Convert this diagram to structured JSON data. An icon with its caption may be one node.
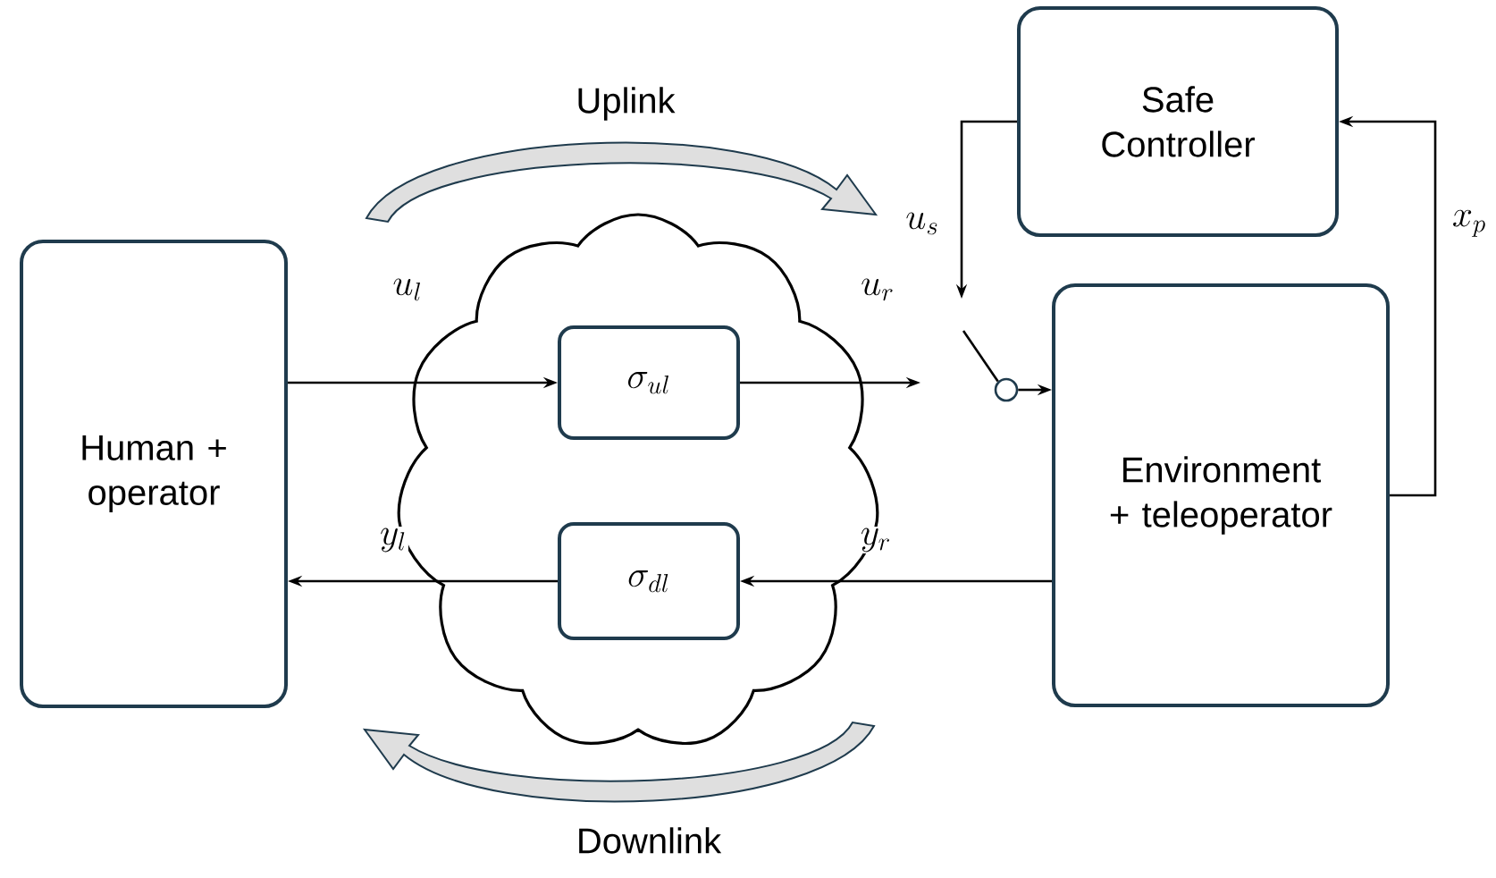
{
  "diagram": {
    "nodes": [
      {
        "text": [
          "Human + operator"
        ]
      },
      {
        "text": [],
        "shape": "cloud"
      },
      {
        "text": [
          "\\sigma_{ul}"
        ],
        "in": 1
      },
      {
        "text": [
          "\\sigma_{dl}"
        ],
        "in": 1
      },
      {
        "text": [
          "Safe Controller"
        ]
      },
      {
        "text": [
          "Environment + teleoperator"
        ]
      },
      {
        "text": [],
        "shape": "circle"
      }
    ],
    "edges": [
      {
        "from": 0,
        "to": 2,
        "arrow": "to",
        "label": "u_l"
      },
      {
        "from": 2,
        "to": null,
        "arrow": "to",
        "label": "u_r"
      },
      {
        "from": 3,
        "to": 0,
        "arrow": "to",
        "label": "y_l"
      },
      {
        "from": 5,
        "to": 3,
        "arrow": "to",
        "label": "y_r"
      },
      {
        "from": 4,
        "to": null,
        "arrow": "to",
        "label": "u_s"
      },
      {
        "from": 5,
        "to": 4,
        "arrow": "to",
        "label": "x_p"
      },
      {
        "from": 6,
        "to": 5,
        "arrow": "to"
      }
    ],
    "labels": [
      "Uplink",
      "Downlink"
    ]
  }
}
